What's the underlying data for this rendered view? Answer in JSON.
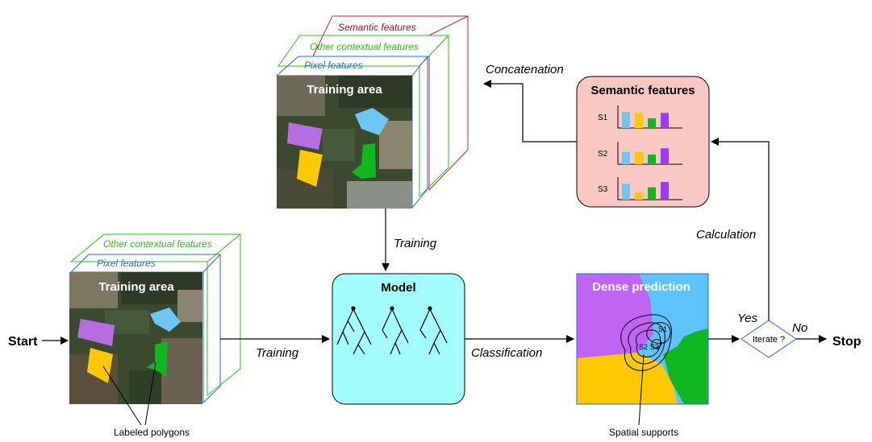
{
  "labels": {
    "start": "Start",
    "stop": "Stop",
    "training_top": "Training",
    "training_bottom": "Training",
    "classification": "Classification",
    "concatenation": "Concatenation",
    "calculation": "Calculation",
    "yes": "Yes",
    "no": "No",
    "labeled_polygons": "Labeled polygons",
    "spatial_supports": "Spatial supports"
  },
  "stack_bottom": {
    "layers": [
      "Other contextual features",
      "Pixel features"
    ],
    "image_title": "Training area"
  },
  "stack_top": {
    "layers": [
      "Semantic features",
      "Other contextual features",
      "Pixel features"
    ],
    "image_title": "Training area"
  },
  "model": {
    "title": "Model"
  },
  "dense": {
    "title": "Dense prediction",
    "supports": [
      "S1",
      "S2",
      "S3"
    ]
  },
  "semantic": {
    "title": "Semantic features",
    "rows": [
      {
        "label": "S1",
        "values": [
          0.9,
          0.85,
          0.55,
          0.85
        ]
      },
      {
        "label": "S2",
        "values": [
          0.7,
          0.7,
          0.55,
          0.9
        ]
      },
      {
        "label": "S3",
        "values": [
          0.9,
          0.4,
          0.7,
          1.0
        ]
      }
    ],
    "bar_colors": [
      "#6ec6f5",
      "#ffc800",
      "#10b820",
      "#9b3cf0"
    ]
  },
  "decision": {
    "label": "Iterate ?"
  },
  "colors": {
    "model_fill": "#a3fdfb",
    "semantic_fill": "#f9c8c3",
    "semantic_layer": "#c0282c",
    "contextual_layer": "#2fbf1c",
    "pixel_layer": "#2a6bd1",
    "diamond_stroke": "#2a6bd1"
  }
}
